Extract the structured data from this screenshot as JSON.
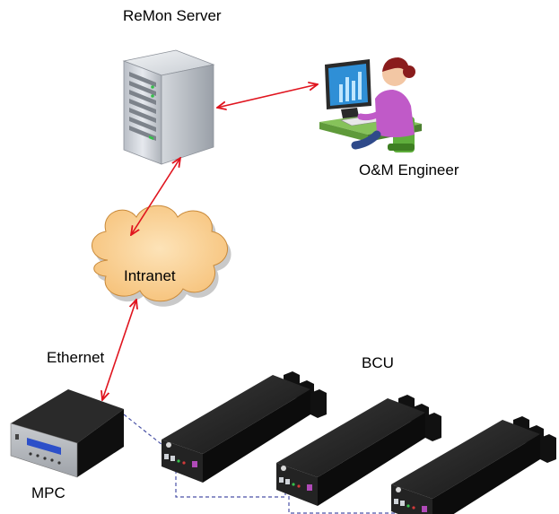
{
  "diagram": {
    "nodes": {
      "server": {
        "label": "ReMon Server",
        "icon": "server-tower-icon"
      },
      "engineer": {
        "label": "O&M Engineer",
        "icon": "engineer-workstation-icon"
      },
      "intranet": {
        "label": "Intranet",
        "icon": "cloud-icon"
      },
      "mpc": {
        "label": "MPC",
        "icon": "mpc-unit-icon"
      },
      "bcu_group": {
        "label": "BCU",
        "icon": "bcu-unit-icon",
        "count": 3
      }
    },
    "links": {
      "ethernet_label": "Ethernet",
      "server_engineer": "bidirectional",
      "server_intranet": "bidirectional",
      "intranet_mpc": "bidirectional",
      "mpc_bcu": "dashed daisy-chain"
    },
    "colors": {
      "arrow": "#e0141e",
      "dashed_link": "#4a52a6",
      "cloud_fill": "#f9cc8c",
      "cloud_stroke": "#b8b8b8",
      "device_body": "#1c1c1c"
    }
  }
}
